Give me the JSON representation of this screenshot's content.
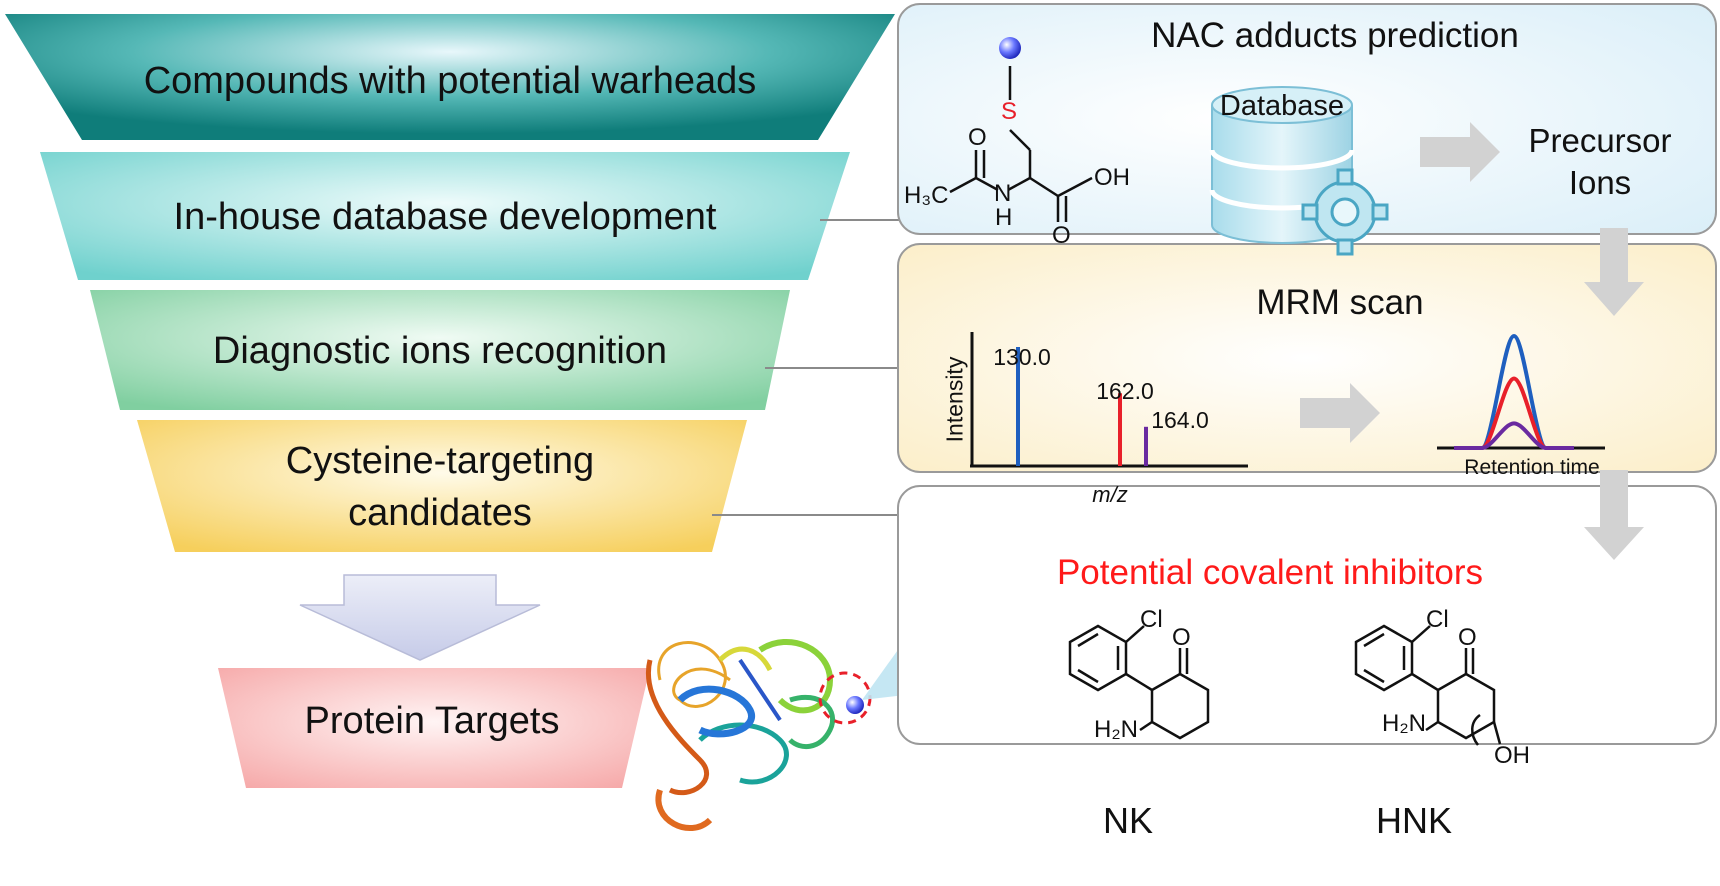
{
  "funnel": {
    "steps": [
      {
        "label": "Compounds with potential warheads",
        "color": "#16817f"
      },
      {
        "label": "In-house database development",
        "color": "#6fd1cd"
      },
      {
        "label": "Diagnostic ions recognition",
        "color": "#8ad3a8"
      },
      {
        "label_line1": "Cysteine-targeting",
        "label_line2": "candidates",
        "color": "#f7d56b"
      }
    ],
    "result": {
      "label": "Protein Targets",
      "color": "#f7b3b3"
    }
  },
  "panel_nac": {
    "title": "NAC adducts prediction",
    "molecule": {
      "s": "S",
      "o": "O",
      "ch3": "H₃C",
      "n": "N",
      "h": "H",
      "oh": "OH",
      "o2": "O"
    },
    "database_label": "Database",
    "output_line1": "Precursor",
    "output_line2": "Ions"
  },
  "panel_mrm": {
    "title": "MRM scan",
    "ylabel": "Intensity",
    "xlabel": "m/z",
    "rt_label": "Retention time"
  },
  "panel_inhib": {
    "title": "Potential covalent inhibitors",
    "title_color": "#ff1a1a",
    "molecules": [
      {
        "name": "NK",
        "cl": "Cl",
        "o": "O",
        "nh2": "H₂N"
      },
      {
        "name": "HNK",
        "cl": "Cl",
        "o": "O",
        "nh2": "H₂N",
        "oh": "OH"
      }
    ]
  },
  "chart_data": {
    "type": "bar",
    "categories": [
      "130.0",
      "162.0",
      "164.0"
    ],
    "values": [
      0.85,
      0.52,
      0.28
    ],
    "colors": [
      "#1f5fbf",
      "#e8202a",
      "#6a2aa0"
    ],
    "xlabel": "m/z",
    "ylabel": "Intensity",
    "ylim": [
      0,
      1
    ]
  },
  "chromatogram": {
    "peaks": [
      {
        "height": 1.0,
        "color": "#1f5fbf"
      },
      {
        "height": 0.62,
        "color": "#e8202a"
      },
      {
        "height": 0.22,
        "color": "#6a2aa0"
      }
    ]
  }
}
